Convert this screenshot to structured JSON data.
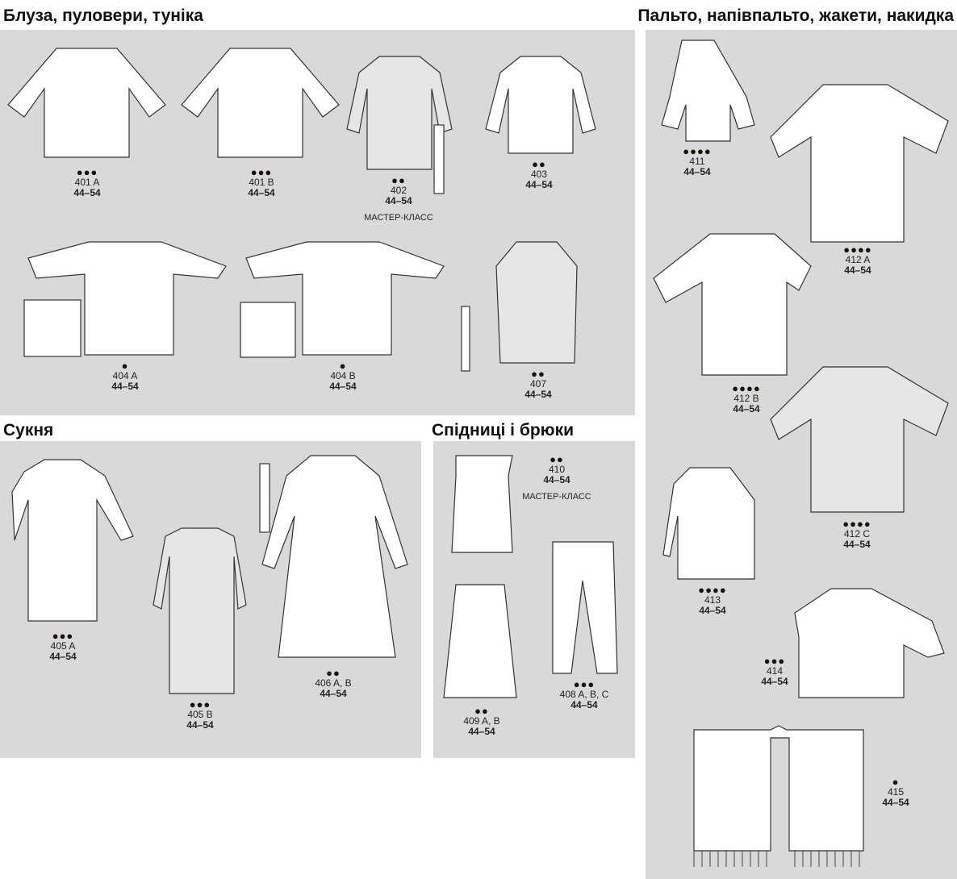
{
  "sections": {
    "tops": "Блуза, пуловери, туніка",
    "coats": "Пальто, напівпальто, жакети, накидка",
    "dress": "Сукня",
    "skirts": "Спідниці і брюки"
  },
  "models": [
    {
      "id": "401a",
      "difficulty": 3,
      "number": "401 A",
      "sizes": "44–54"
    },
    {
      "id": "401b",
      "difficulty": 3,
      "number": "401 B",
      "sizes": "44–54"
    },
    {
      "id": "402",
      "difficulty": 2,
      "number": "402",
      "sizes": "44–54",
      "note": "МАСТЕР-КЛАСС"
    },
    {
      "id": "403",
      "difficulty": 2,
      "number": "403",
      "sizes": "44–54"
    },
    {
      "id": "404a",
      "difficulty": 1,
      "number": "404 A",
      "sizes": "44–54"
    },
    {
      "id": "404b",
      "difficulty": 1,
      "number": "404 B",
      "sizes": "44–54"
    },
    {
      "id": "407",
      "difficulty": 2,
      "number": "407",
      "sizes": "44–54"
    },
    {
      "id": "411",
      "difficulty": 4,
      "number": "411",
      "sizes": "44–54"
    },
    {
      "id": "412a",
      "difficulty": 4,
      "number": "412 A",
      "sizes": "44–54"
    },
    {
      "id": "412b",
      "difficulty": 4,
      "number": "412 B",
      "sizes": "44–54"
    },
    {
      "id": "412c",
      "difficulty": 4,
      "number": "412 C",
      "sizes": "44–54"
    },
    {
      "id": "413",
      "difficulty": 4,
      "number": "413",
      "sizes": "44–54"
    },
    {
      "id": "414",
      "difficulty": 3,
      "number": "414",
      "sizes": "44–54"
    },
    {
      "id": "415",
      "difficulty": 1,
      "number": "415",
      "sizes": "44–54"
    },
    {
      "id": "405a",
      "difficulty": 3,
      "number": "405 A",
      "sizes": "44–54"
    },
    {
      "id": "405b",
      "difficulty": 3,
      "number": "405 B",
      "sizes": "44–54"
    },
    {
      "id": "406ab",
      "difficulty": 2,
      "number": "406 A, B",
      "sizes": "44–54"
    },
    {
      "id": "410",
      "difficulty": 2,
      "number": "410",
      "sizes": "44–54",
      "note": "МАСТЕР-КЛАСС"
    },
    {
      "id": "409ab",
      "difficulty": 2,
      "number": "409 A, B",
      "sizes": "44–54"
    },
    {
      "id": "408abc",
      "difficulty": 3,
      "number": "408 A, B, C",
      "sizes": "44–54"
    }
  ]
}
